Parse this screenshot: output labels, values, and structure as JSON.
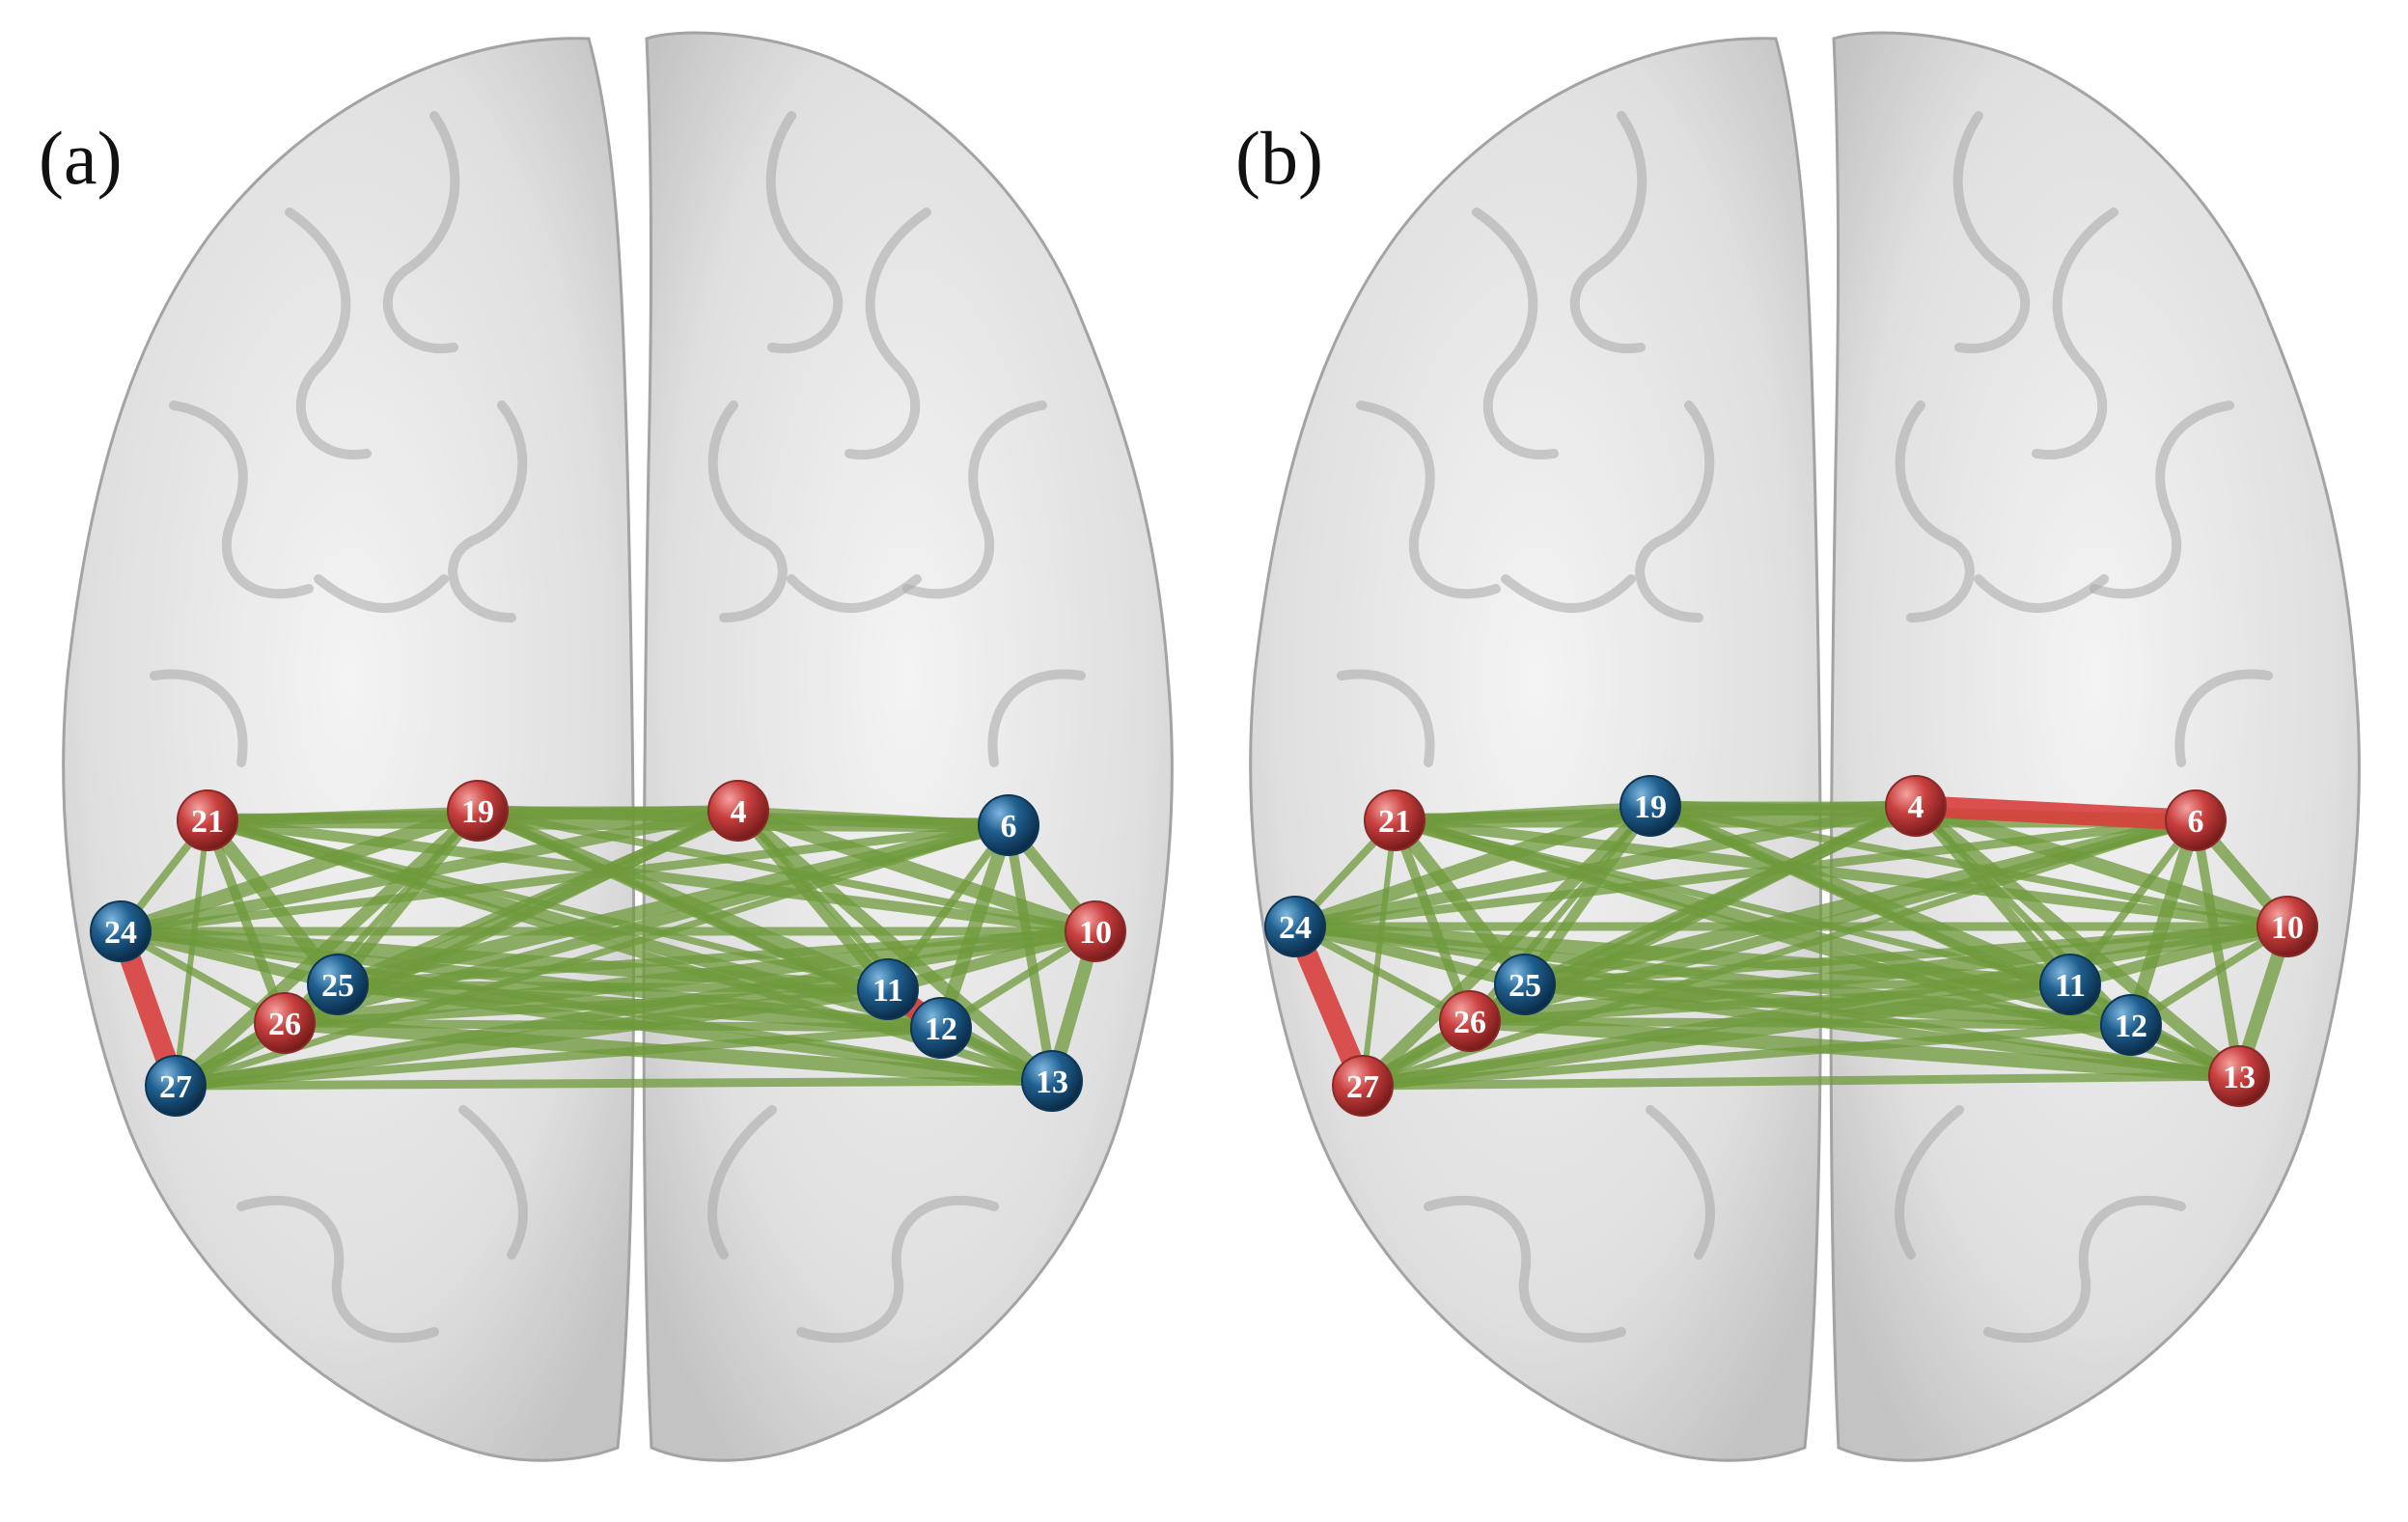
{
  "panels": [
    {
      "id": "a",
      "label": "(a)",
      "nodes": [
        {
          "id": "21",
          "label": "21",
          "group": "red"
        },
        {
          "id": "19",
          "label": "19",
          "group": "red"
        },
        {
          "id": "4",
          "label": "4",
          "group": "red"
        },
        {
          "id": "6",
          "label": "6",
          "group": "blue"
        },
        {
          "id": "24",
          "label": "24",
          "group": "blue"
        },
        {
          "id": "10",
          "label": "10",
          "group": "red"
        },
        {
          "id": "25",
          "label": "25",
          "group": "blue"
        },
        {
          "id": "11",
          "label": "11",
          "group": "blue"
        },
        {
          "id": "26",
          "label": "26",
          "group": "red"
        },
        {
          "id": "12",
          "label": "12",
          "group": "blue"
        },
        {
          "id": "27",
          "label": "27",
          "group": "blue"
        },
        {
          "id": "13",
          "label": "13",
          "group": "blue"
        }
      ],
      "highlight_edges": [
        [
          "24",
          "27"
        ],
        [
          "11",
          "12"
        ]
      ]
    },
    {
      "id": "b",
      "label": "(b)",
      "nodes": [
        {
          "id": "21",
          "label": "21",
          "group": "red"
        },
        {
          "id": "19",
          "label": "19",
          "group": "blue"
        },
        {
          "id": "4",
          "label": "4",
          "group": "red"
        },
        {
          "id": "6",
          "label": "6",
          "group": "red"
        },
        {
          "id": "24",
          "label": "24",
          "group": "blue"
        },
        {
          "id": "10",
          "label": "10",
          "group": "red"
        },
        {
          "id": "25",
          "label": "25",
          "group": "blue"
        },
        {
          "id": "11",
          "label": "11",
          "group": "blue"
        },
        {
          "id": "26",
          "label": "26",
          "group": "red"
        },
        {
          "id": "12",
          "label": "12",
          "group": "blue"
        },
        {
          "id": "27",
          "label": "27",
          "group": "red"
        },
        {
          "id": "13",
          "label": "13",
          "group": "red"
        }
      ],
      "highlight_edges": [
        [
          "4",
          "6"
        ],
        [
          "24",
          "27"
        ]
      ]
    }
  ],
  "colors": {
    "red_node": "#c9403f",
    "blue_node": "#1f5f8f",
    "green_edge": "#6f9a3c",
    "red_edge": "#d9403e",
    "brain_fill": "#d6d6d6",
    "brain_stroke": "#9a9a9a"
  }
}
